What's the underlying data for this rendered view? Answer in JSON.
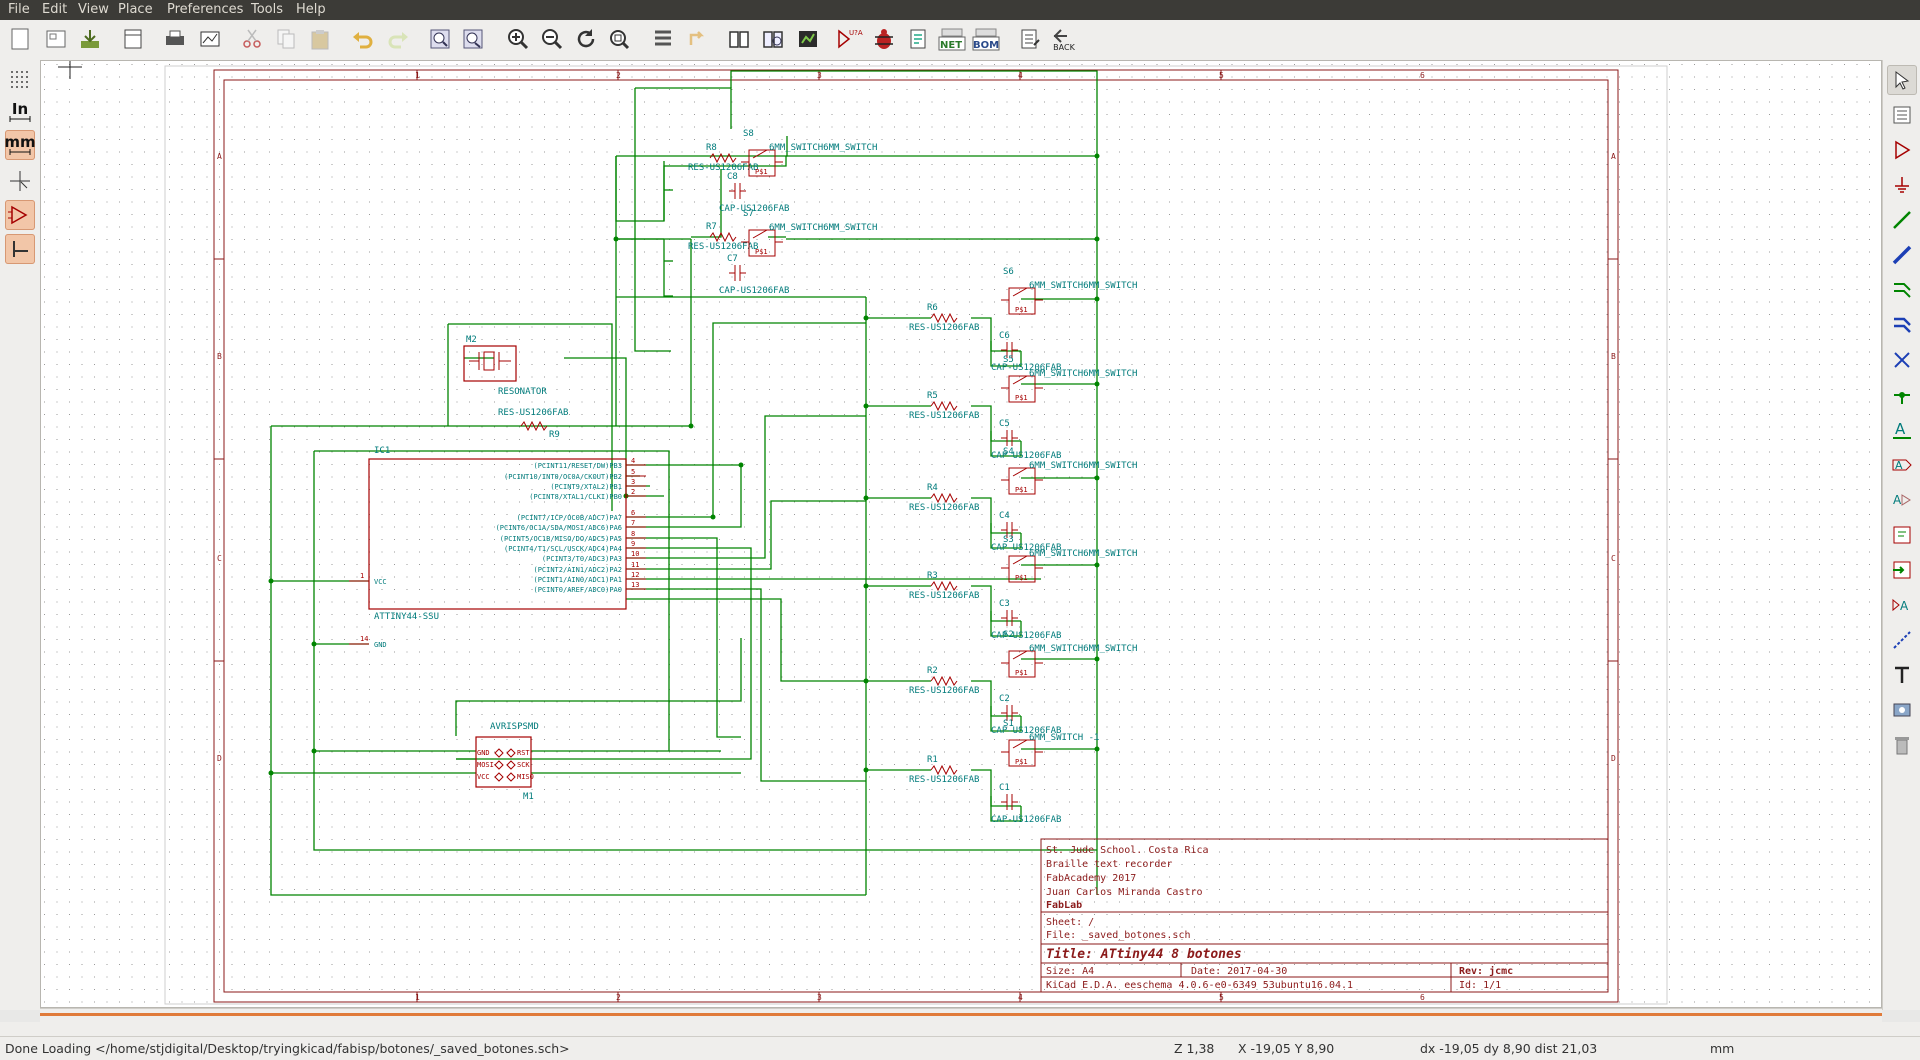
{
  "menubar": {
    "items": [
      "File",
      "Edit",
      "View",
      "Place",
      "Preferences",
      "Tools",
      "Help"
    ]
  },
  "toolbar": {
    "icons": [
      "new-sheet-icon",
      "sheet-setup-icon",
      "save-icon",
      "page-settings-icon",
      "print-icon",
      "plot-icon",
      "cut-icon",
      "copy-icon",
      "paste-icon",
      "undo-icon",
      "redo-icon",
      "find-icon",
      "find-replace-icon",
      "zoom-in-icon",
      "zoom-out-icon",
      "zoom-redraw-icon",
      "zoom-fit-icon",
      "hierarchy-navigator-icon",
      "leave-sheet-icon",
      "library-editor-icon",
      "library-browser-icon",
      "footprint-assign-icon",
      "annotate-icon",
      "erc-icon",
      "cvpcb-icon",
      "netlist-icon",
      "bom-icon",
      "pcbnew-icon",
      "back-icon"
    ],
    "annotate_label": "U?A 123",
    "netlist_label": "NET",
    "bom_label": "BOM",
    "back_label": "BACK"
  },
  "left_toolbar": {
    "inch_label": "In",
    "mm_label": "mm"
  },
  "right_toolbar": {
    "icons": [
      "select-icon",
      "hierarchy-icon",
      "place-component-icon",
      "place-power-icon",
      "wire-icon",
      "bus-icon",
      "wire-to-bus-entry-icon",
      "bus-to-bus-entry-icon",
      "no-connect-icon",
      "junction-icon",
      "net-label-icon",
      "global-label-icon",
      "hierarchical-label-icon",
      "hierarchical-sheet-icon",
      "import-sheet-pin-icon",
      "hierarchical-pin-icon",
      "graphic-line-icon",
      "text-icon",
      "image-icon",
      "delete-icon"
    ]
  },
  "schematic": {
    "frame_cols": [
      "1",
      "2",
      "3",
      "4",
      "5",
      "6"
    ],
    "frame_rows": [
      "A",
      "B",
      "C",
      "D"
    ],
    "ic1": {
      "ref": "IC1",
      "value": "ATTINY44-SSU",
      "left_pins": [
        {
          "num": "1",
          "name": "VCC"
        },
        {
          "num": "14",
          "name": "GND"
        }
      ],
      "right_pins": [
        {
          "num": "4",
          "name": "(PCINT11/RESET/DW)PB3"
        },
        {
          "num": "5",
          "name": "(PCINT10/INT0/OC0A/CKOUT)PB2"
        },
        {
          "num": "3",
          "name": "(PCINT9/XTAL2)PB1"
        },
        {
          "num": "2",
          "name": "(PCINT8/XTAL1/CLKI)PB0"
        },
        {
          "num": "6",
          "name": "(PCINT7/ICP/OC0B/ADC7)PA7"
        },
        {
          "num": "7",
          "name": "(PCINT6/OC1A/SDA/MOSI/ADC6)PA6"
        },
        {
          "num": "8",
          "name": "(PCINT5/OC1B/MISO/DO/ADC5)PA5"
        },
        {
          "num": "9",
          "name": "(PCINT4/T1/SCL/USCK/ADC4)PA4"
        },
        {
          "num": "10",
          "name": "(PCINT3/T0/ADC3)PA3"
        },
        {
          "num": "11",
          "name": "(PCINT2/AIN1/ADC2)PA2"
        },
        {
          "num": "12",
          "name": "(PCINT1/AIN0/ADC1)PA1"
        },
        {
          "num": "13",
          "name": "(PCINT0/AREF/ADC0)PA0"
        }
      ]
    },
    "m2": {
      "ref": "M2",
      "value": "RESONATOR"
    },
    "r9": {
      "ref": "R9",
      "value": "RES-US1206FAB"
    },
    "m1": {
      "ref": "M1",
      "value": "AVRISPSMD",
      "pins_left": [
        "GND",
        "MOSI",
        "VCC"
      ],
      "pins_right": [
        "RST",
        "SCK",
        "MISO"
      ]
    },
    "top_groups": [
      {
        "sw": "S8",
        "sw_value": "6MM_SWITCH6MM_SWITCH",
        "r": "R8",
        "r_value": "RES-US1206FAB",
        "c": "C8",
        "c_value": "CAP-US1206FAB",
        "pin": "P$1"
      },
      {
        "sw": "S7",
        "sw_value": "6MM_SWITCH6MM_SWITCH",
        "r": "R7",
        "r_value": "RES-US1206FAB",
        "c": "C7",
        "c_value": "CAP-US1206FAB",
        "pin": "P$1"
      }
    ],
    "right_groups": [
      {
        "sw": "S6",
        "sw_value": "6MM_SWITCH6MM_SWITCH",
        "r": "R6",
        "r_value": "RES-US1206FAB",
        "c": "C6",
        "c_value": "CAP-US1206FAB",
        "pin": "P$1"
      },
      {
        "sw": "S5",
        "sw_value": "6MM_SWITCH6MM_SWITCH",
        "r": "R5",
        "r_value": "RES-US1206FAB",
        "c": "C5",
        "c_value": "CAP-US1206FAB",
        "pin": "P$1"
      },
      {
        "sw": "S4",
        "sw_value": "6MM_SWITCH6MM_SWITCH",
        "r": "R4",
        "r_value": "RES-US1206FAB",
        "c": "C4",
        "c_value": "CAP-US1206FAB",
        "pin": "P$1"
      },
      {
        "sw": "S3",
        "sw_value": "6MM_SWITCH6MM_SWITCH",
        "r": "R3",
        "r_value": "RES-US1206FAB",
        "c": "C3",
        "c_value": "CAP-US1206FAB",
        "pin": "P$1"
      },
      {
        "sw": "S2",
        "sw_value": "6MM_SWITCH6MM_SWITCH",
        "r": "R2",
        "r_value": "RES-US1206FAB",
        "c": "C2",
        "c_value": "CAP-US1206FAB",
        "pin": "P$1"
      },
      {
        "sw": "S1",
        "sw_value": "6MM_SWITCH -1",
        "r": "R1",
        "r_value": "RES-US1206FAB",
        "c": "C1",
        "c_value": "CAP-US1206FAB",
        "pin": "P$1"
      }
    ],
    "title_block": {
      "comments": [
        "St. Jude School. Costa Rica",
        "Braille text recorder",
        "FabAcademy 2017",
        "Juan Carlos Miranda Castro"
      ],
      "company": "FabLab",
      "sheet": "Sheet: /",
      "file": "File: _saved_botones.sch",
      "title": "Title: ATtiny44 8 botones",
      "size": "Size: A4",
      "date": "Date: 2017-04-30",
      "rev": "Rev: jcmc",
      "tool": "KiCad E.D.A.  eeschema 4.0.6-e0-6349 53ubuntu16.04.1",
      "id": "Id: 1/1"
    }
  },
  "statusbar": {
    "message": "Done Loading </home/stjdigital/Desktop/tryingkicad/fabisp/botones/_saved_botones.sch>",
    "zoom": "Z 1,38",
    "coords": "X -19,05  Y 8,90",
    "delta": "dx -19,05  dy 8,90  dist 21,03",
    "units": "mm"
  },
  "colors": {
    "frame": "#8b1a1a",
    "component": "#a50000",
    "wire": "#008400",
    "text": "#007b7b",
    "grid": "#888888"
  }
}
